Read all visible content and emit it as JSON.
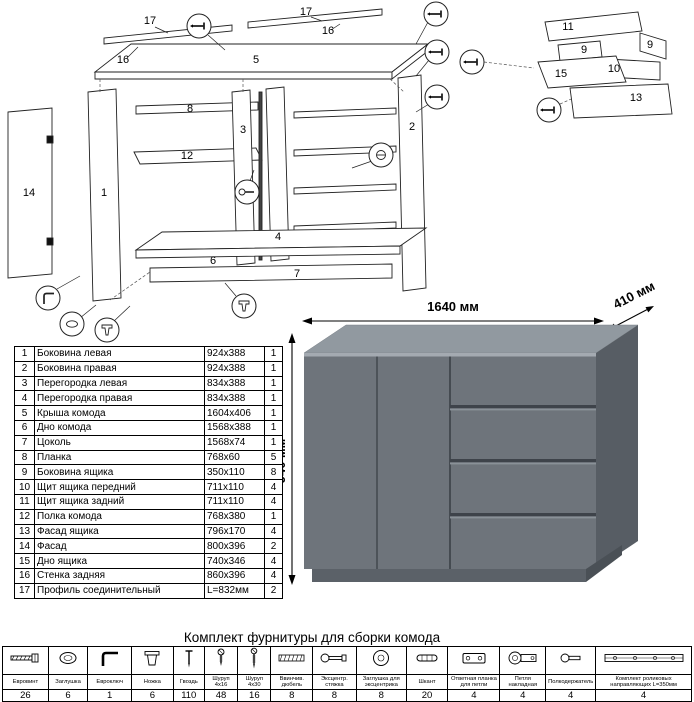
{
  "diagram": {
    "labels": {
      "n1": "1",
      "n2": "2",
      "n3": "3",
      "n4": "4",
      "n5": "5",
      "n6": "6",
      "n7": "7",
      "n8": "8",
      "n12": "12",
      "n14": "14",
      "n16_left": "16",
      "n17_left": "17",
      "n16_mid": "16",
      "n17_mid": "17",
      "n9a": "9",
      "n9b": "9",
      "n10": "10",
      "n11": "11",
      "n13": "13",
      "n15": "15"
    }
  },
  "dresser": {
    "width_label": "1640 мм",
    "depth_label": "410 мм",
    "height_label": "940 мм",
    "colors": {
      "top": "#9199a0",
      "front": "#6e747b",
      "side": "#575d64",
      "gap": "#3e434a"
    }
  },
  "parts_table": {
    "rows": [
      {
        "n": "1",
        "name": "Боковина левая",
        "size": "924x388",
        "q": "1"
      },
      {
        "n": "2",
        "name": "Боковина правая",
        "size": "924x388",
        "q": "1"
      },
      {
        "n": "3",
        "name": "Перегородка левая",
        "size": "834x388",
        "q": "1"
      },
      {
        "n": "4",
        "name": "Перегородка правая",
        "size": "834x388",
        "q": "1"
      },
      {
        "n": "5",
        "name": "Крыша комода",
        "size": "1604x406",
        "q": "1"
      },
      {
        "n": "6",
        "name": "Дно комода",
        "size": "1568x388",
        "q": "1"
      },
      {
        "n": "7",
        "name": "Цоколь",
        "size": "1568x74",
        "q": "1"
      },
      {
        "n": "8",
        "name": "Планка",
        "size": "768x60",
        "q": "5"
      },
      {
        "n": "9",
        "name": "Боковина ящика",
        "size": "350x110",
        "q": "8"
      },
      {
        "n": "10",
        "name": "Щит ящика передний",
        "size": "711x110",
        "q": "4"
      },
      {
        "n": "11",
        "name": "Щит ящика задний",
        "size": "711x110",
        "q": "4"
      },
      {
        "n": "12",
        "name": "Полка комода",
        "size": "768x380",
        "q": "1"
      },
      {
        "n": "13",
        "name": "Фасад ящика",
        "size": "796x170",
        "q": "4"
      },
      {
        "n": "14",
        "name": "Фасад",
        "size": "800x396",
        "q": "2"
      },
      {
        "n": "15",
        "name": "Дно ящика",
        "size": "740x346",
        "q": "4"
      },
      {
        "n": "16",
        "name": "Стенка задняя",
        "size": "860x396",
        "q": "4"
      },
      {
        "n": "17",
        "name": "Профиль соединительный",
        "size": "L=832мм",
        "q": "2"
      }
    ]
  },
  "hardware": {
    "title": "Комплект фурнитуры для сборки комода",
    "items": [
      {
        "name": "Евровинт",
        "qty": "26"
      },
      {
        "name": "Заглушка",
        "qty": "6"
      },
      {
        "name": "Евроключ",
        "qty": "1"
      },
      {
        "name": "Ножка",
        "qty": "6"
      },
      {
        "name": "Гвоздь",
        "qty": "110"
      },
      {
        "name": "Шуруп 4x16",
        "qty": "48"
      },
      {
        "name": "Шуруп 4x30",
        "qty": "16"
      },
      {
        "name": "Ввинчив. дюбель",
        "qty": "8"
      },
      {
        "name": "Эксцентр. стяжка",
        "qty": "8"
      },
      {
        "name": "Заглушка для эксцентрика",
        "qty": "8"
      },
      {
        "name": "Шкант",
        "qty": "20"
      },
      {
        "name": "Ответная планка для петли",
        "qty": "4"
      },
      {
        "name": "Петля накладная",
        "qty": "4"
      },
      {
        "name": "Полкодержатель",
        "qty": "4"
      },
      {
        "name": "Комплект роликовых направляющих L=350мм",
        "qty": "4"
      }
    ]
  }
}
